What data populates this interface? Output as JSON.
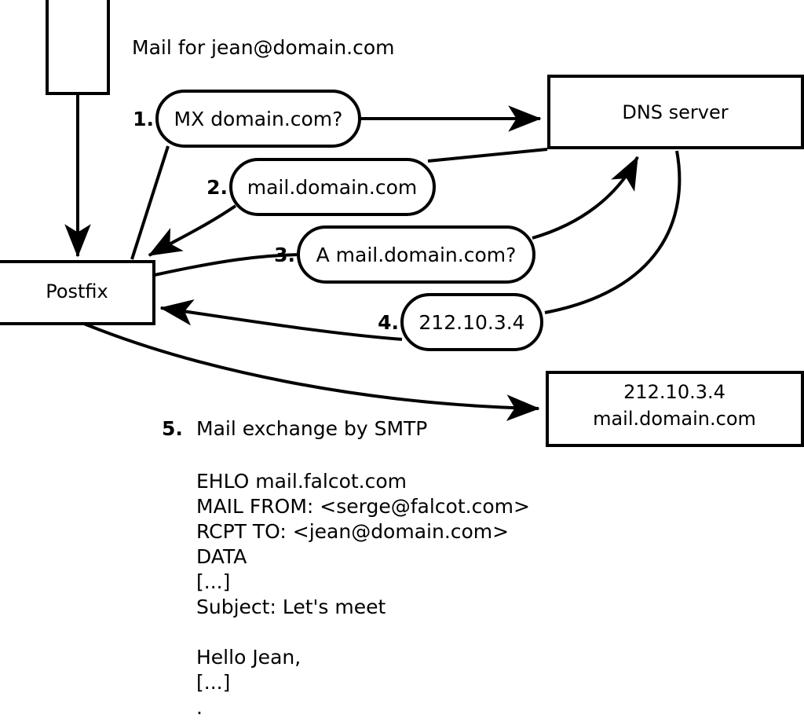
{
  "diagram": {
    "title_caption": "Mail for jean@domain.com",
    "nodes": {
      "client_box": {
        "label": ""
      },
      "dns_server": {
        "label": "DNS server"
      },
      "postfix": {
        "label": "Postfix"
      },
      "target_server": {
        "line1": "212.10.3.4",
        "line2": "mail.domain.com"
      }
    },
    "steps": [
      {
        "num": "1.",
        "label": "MX domain.com?"
      },
      {
        "num": "2.",
        "label": "mail.domain.com"
      },
      {
        "num": "3.",
        "label": "A mail.domain.com?"
      },
      {
        "num": "4.",
        "label": "212.10.3.4"
      }
    ],
    "step5": {
      "num": "5.",
      "label": "Mail exchange by SMTP"
    },
    "transcript": [
      "EHLO mail.falcot.com",
      "MAIL FROM: <serge@falcot.com>",
      "RCPT TO: <jean@domain.com>",
      "DATA",
      "[...]",
      "Subject: Let's meet",
      "",
      "Hello Jean,",
      "[...]",
      "",
      "."
    ],
    "colors": {
      "stroke": "#000000",
      "fill": "#ffffff",
      "text": "#000000"
    }
  }
}
